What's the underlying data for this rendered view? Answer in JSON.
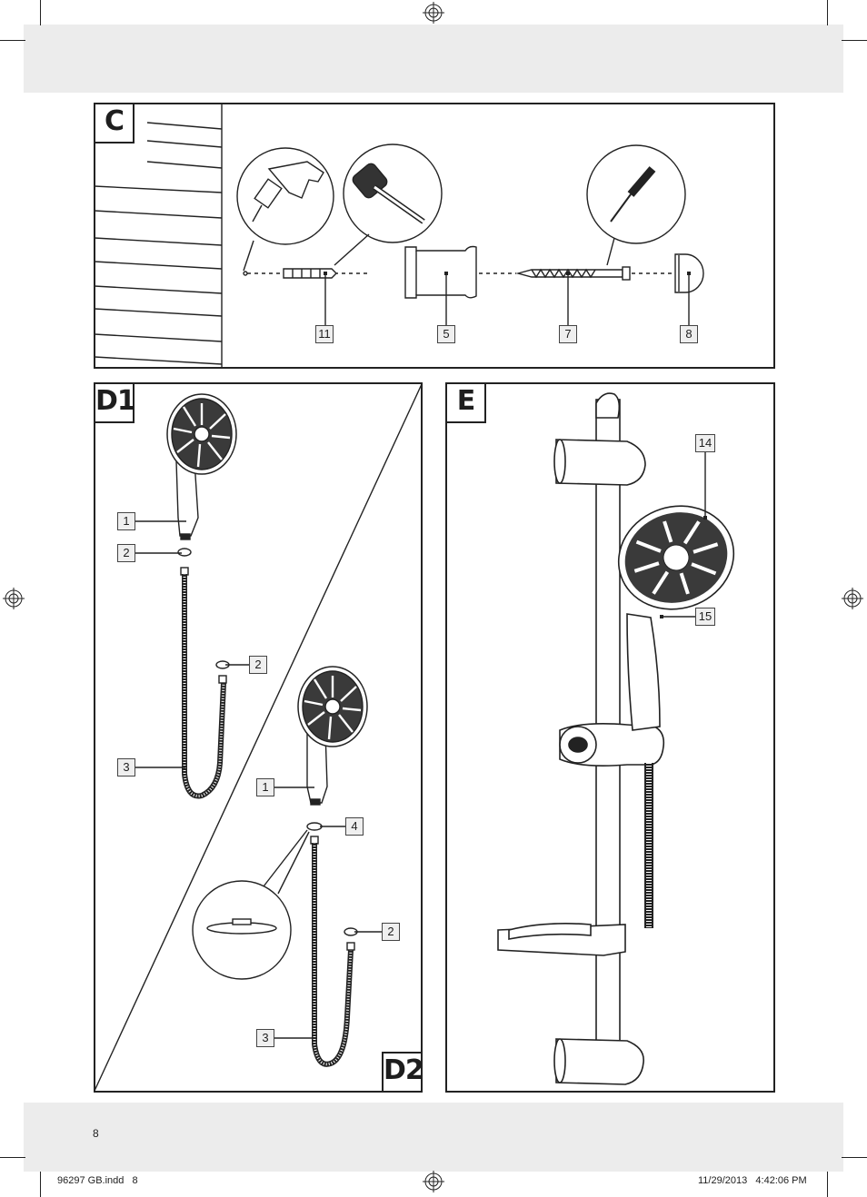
{
  "sections": {
    "c": {
      "tag": "C",
      "labels": [
        "11",
        "5",
        "7",
        "8"
      ]
    },
    "d1": {
      "tag": "D1",
      "labels": [
        "1",
        "2",
        "2",
        "3"
      ]
    },
    "d2": {
      "tag": "D2",
      "labels": [
        "1",
        "4",
        "2",
        "3"
      ]
    },
    "e": {
      "tag": "E",
      "labels": [
        "14",
        "15"
      ]
    }
  },
  "footer": {
    "page_number": "8",
    "file": "96297 GB.indd   8",
    "timestamp": "11/29/2013   4:42:06 PM"
  },
  "colors": {
    "band": "#ececec",
    "line": "#222222",
    "label_fill": "#efefef"
  }
}
